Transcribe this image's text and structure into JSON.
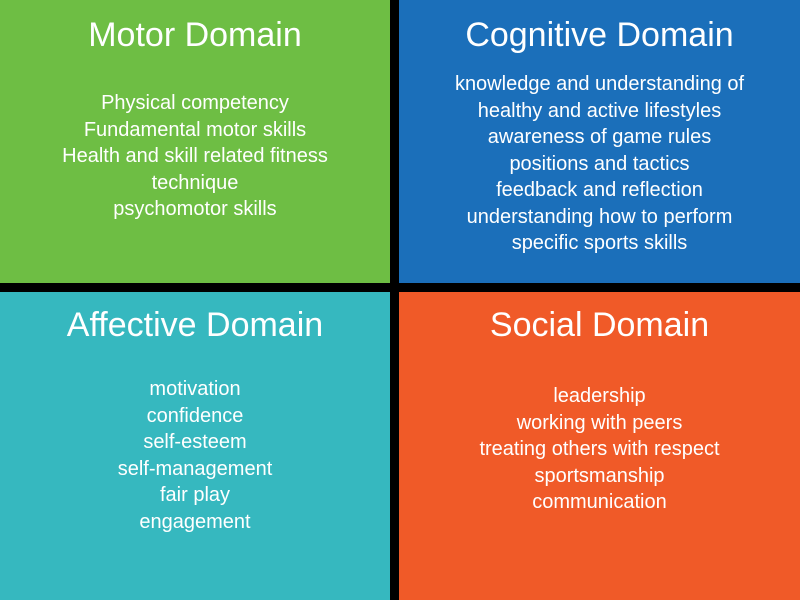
{
  "colors": {
    "background": "#000000",
    "motor": "#6EBE44",
    "cognitive": "#1B6FBA",
    "affective": "#36B8BF",
    "social": "#F05A28",
    "text": "#FFFFFF"
  },
  "quadrants": [
    {
      "title": "Motor Domain",
      "items": [
        "Physical competency",
        "Fundamental motor skills",
        "Health and skill related fitness",
        "technique",
        "psychomotor skills"
      ]
    },
    {
      "title": "Cognitive Domain",
      "items": [
        "knowledge and understanding of",
        "healthy and active lifestyles",
        "awareness of game rules",
        "positions and tactics",
        "feedback and reflection",
        "understanding how to perform",
        "specific sports skills"
      ]
    },
    {
      "title": "Affective Domain",
      "items": [
        "motivation",
        "confidence",
        "self-esteem",
        "self-management",
        "fair play",
        "engagement"
      ]
    },
    {
      "title": "Social Domain",
      "items": [
        "leadership",
        "working with peers",
        "treating others with respect",
        "sportsmanship",
        "communication"
      ]
    }
  ]
}
